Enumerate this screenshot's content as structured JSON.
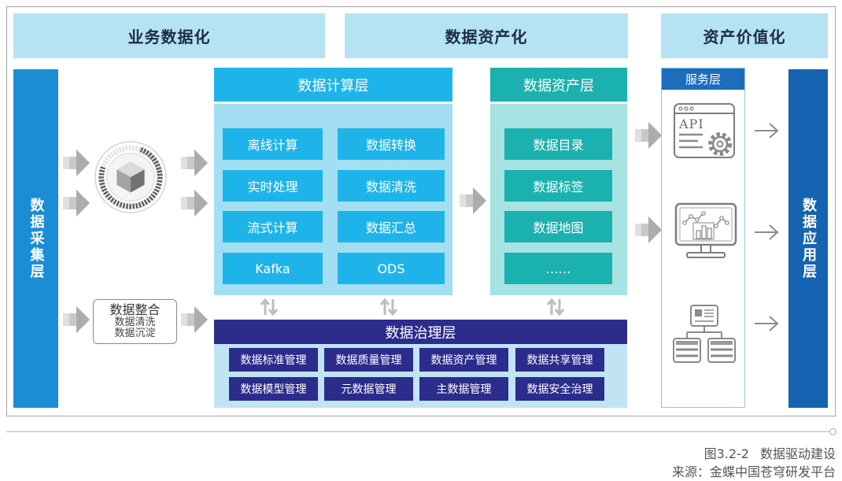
{
  "stages": {
    "business": "业务数据化",
    "assets": "数据资产化",
    "value": "资产价值化"
  },
  "collection_layer": {
    "label": "数据采集层"
  },
  "integration": {
    "title": "数据整合",
    "lines": [
      "数据清洗",
      "数据沉淀"
    ]
  },
  "compute_layer": {
    "title": "数据计算层",
    "items": [
      "离线计算",
      "数据转换",
      "实时处理",
      "数据清洗",
      "流式计算",
      "数据汇总",
      "Kafka",
      "ODS"
    ]
  },
  "asset_layer": {
    "title": "数据资产层",
    "items": [
      "数据目录",
      "数据标签",
      "数据地图",
      "……"
    ]
  },
  "governance_layer": {
    "title": "数据治理层",
    "items": [
      "数据标准管理",
      "数据质量管理",
      "数据资产管理",
      "数据共享管理",
      "数据模型管理",
      "元数据管理",
      "主数据管理",
      "数据安全治理"
    ]
  },
  "service_layer": {
    "title": "服务层",
    "api_icon_text": "API"
  },
  "application_layer": {
    "label": "数据应用层"
  },
  "caption": {
    "figure_number": "图3.2-2",
    "figure_title": "数据驱动建设",
    "source": "来源：金蝶中国苍穹研发平台"
  },
  "icons": {
    "collection_hub": "cube-hub-icon",
    "flow": "chevron-arrow-icon",
    "exchange": "up-down-arrows-icon",
    "api": "api-window-icon",
    "dashboard": "dashboard-monitor-icon",
    "hierarchy": "hierarchy-icon",
    "output": "right-arrow-icon"
  },
  "colors": {
    "stage_header": "#b6e3f3",
    "collection_layer": "#1a8dd4",
    "application_layer": "#1663b1",
    "compute_accent": "#1fb4e9",
    "compute_panel": "#a2dff2",
    "asset_accent": "#1bb1ae",
    "asset_panel": "#a6e3e2",
    "governance_accent": "#2b2c8c",
    "governance_panel": "#c1e4f5",
    "service_accent": "#1c6dbd",
    "service_border": "#8bc6e7"
  }
}
